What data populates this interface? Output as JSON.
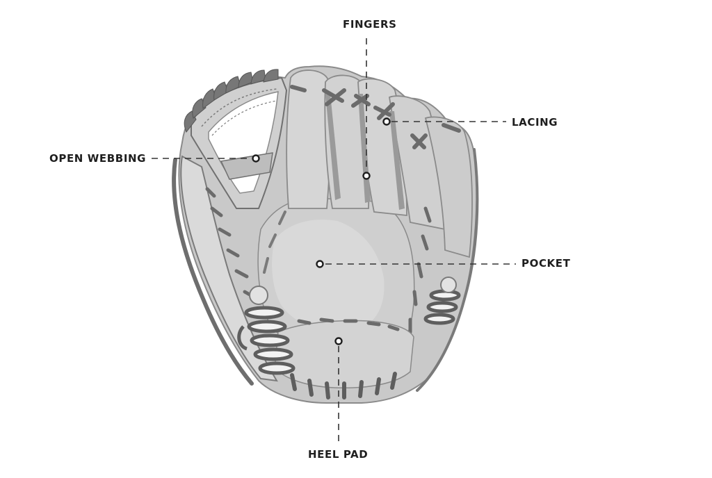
{
  "labels": {
    "fingers": "FINGERS",
    "lacing": "LACING",
    "open_webbing": "OPEN WEBBING",
    "pocket": "POCKET",
    "heel_pad": "HEEL PAD"
  },
  "colors": {
    "leather_light": "#d4d4d4",
    "leather_mid": "#c2c2c2",
    "leather_edge": "#ebebeb",
    "lace_dark": "#6b6b6b",
    "outline": "#5a5a5a",
    "leader": "#333333",
    "text": "#1e1e1e"
  }
}
